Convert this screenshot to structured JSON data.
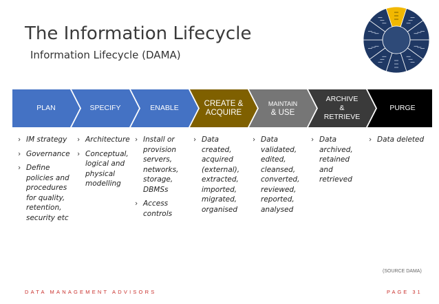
{
  "title": "The Information Lifecycle",
  "subtitle": "Information Lifecycle (DAMA)",
  "colors": {
    "plan": "#4472c4",
    "specify": "#4472c4",
    "enable": "#4472c4",
    "create": "#7f6000",
    "maintain": "#767676",
    "archive": "#3a3a3a",
    "purge": "#000000",
    "wheel_center": "#2e4a78",
    "wheel_ring": "#1f3864",
    "wheel_highlight": "#f2b800",
    "footer": "#c9302c"
  },
  "stages": [
    {
      "id": "plan",
      "label_lines": [
        "PLAN"
      ],
      "items": [
        "IM strategy",
        "Governance",
        "Define policies and procedures for quality, retention, security etc"
      ]
    },
    {
      "id": "specify",
      "label_lines": [
        "SPECIFY"
      ],
      "items": [
        "Architecture",
        "Conceptual, logical and physical modelling"
      ]
    },
    {
      "id": "enable",
      "label_lines": [
        "ENABLE"
      ],
      "items": [
        "Install or provision servers, networks, storage, DBMSs",
        "Access controls"
      ]
    },
    {
      "id": "create",
      "label_lines": [
        "CREATE &",
        "ACQUIRE"
      ],
      "items": [
        "Data created, acquired (external), extracted, imported, migrated, organised"
      ]
    },
    {
      "id": "maintain",
      "label_lines": [
        "MAINTAIN",
        "& USE"
      ],
      "items": [
        "Data validated, edited, cleansed, converted, reviewed, reported, analysed"
      ]
    },
    {
      "id": "archive",
      "label_lines": [
        "ARCHIVE",
        "&",
        "RETRIEVE"
      ],
      "items": [
        "Data archived, retained and retrieved"
      ]
    },
    {
      "id": "purge",
      "label_lines": [
        "PURGE"
      ],
      "items": [
        "Data deleted"
      ]
    }
  ],
  "source_note": "(SOURCE DAMA)",
  "footer": {
    "left": "DATA MANAGEMENT ADVISORS",
    "right": "PAGE 31"
  },
  "wheel": {
    "icon": "dama-wheel-icon",
    "segment_count": 10,
    "highlighted_segment": 0
  }
}
